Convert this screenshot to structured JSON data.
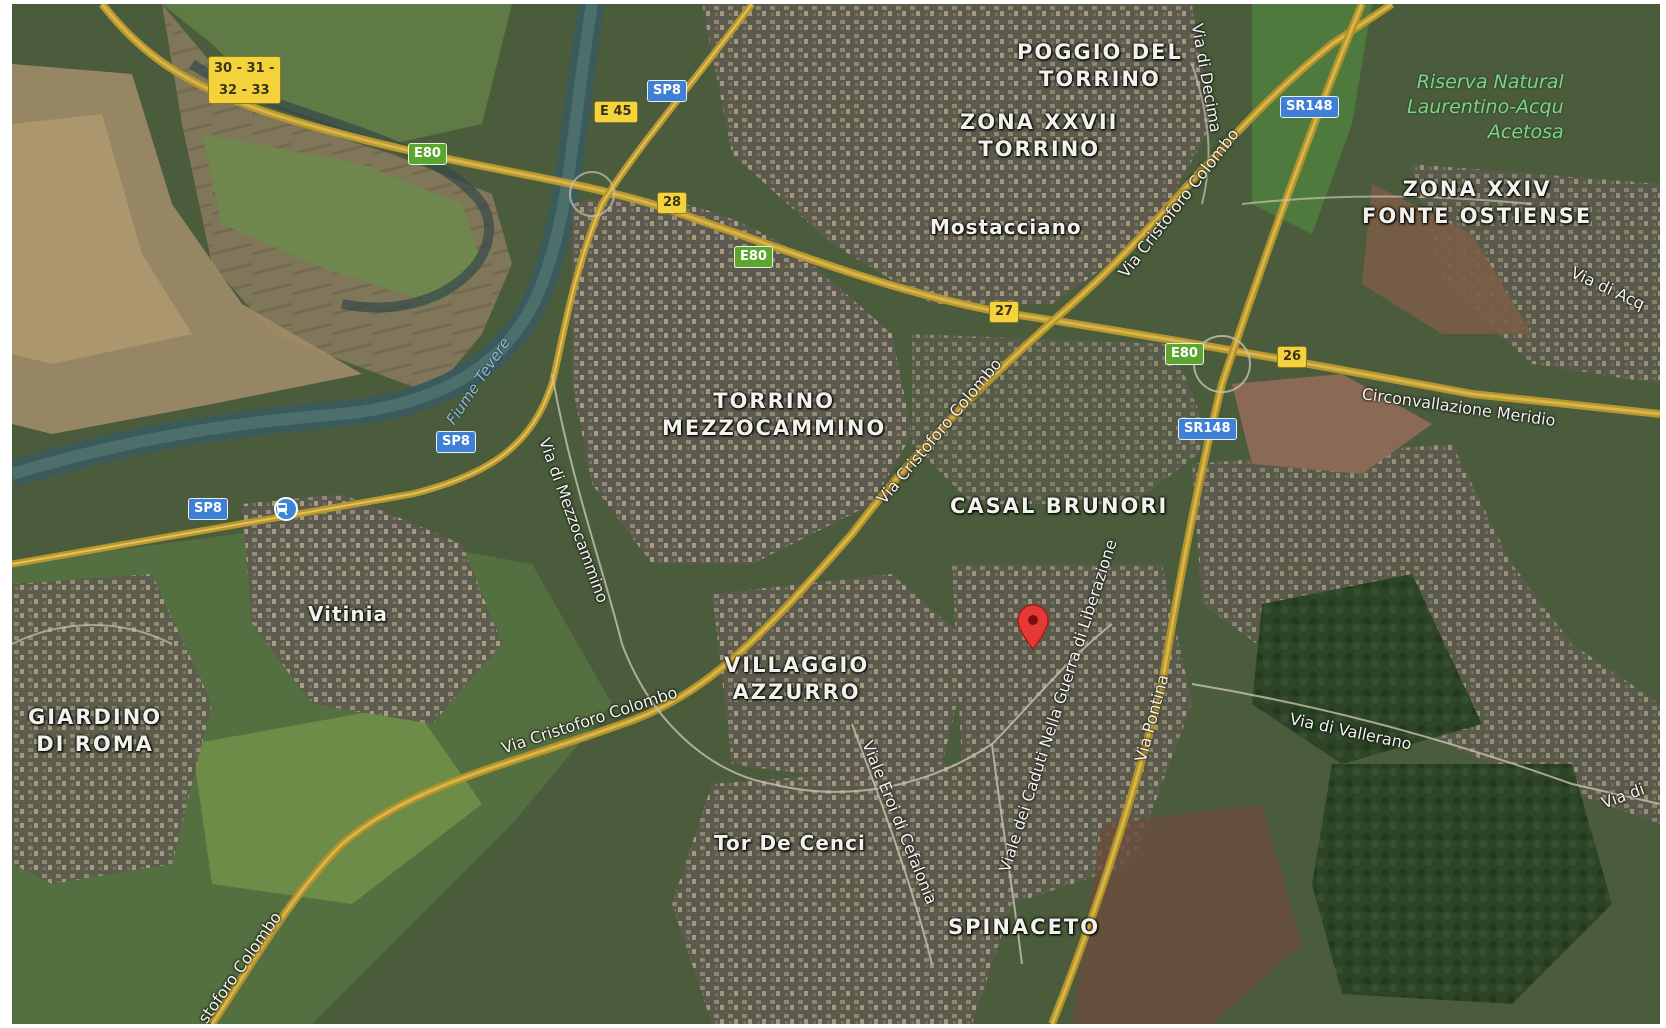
{
  "map": {
    "places": [
      {
        "id": "poggio-del-torrino",
        "text": "POGGIO DEL\nTORRINO"
      },
      {
        "id": "zona-xxvii-torrino",
        "text": "ZONA XXVII\nTORRINO"
      },
      {
        "id": "mostacciano",
        "text": "Mostacciano"
      },
      {
        "id": "zona-xxiv-fonte-ostiense",
        "text": "ZONA XXIV\nFONTE OSTIENSE"
      },
      {
        "id": "torrino-mezzocammino",
        "text": "TORRINO\nMEZZOCAMMINO"
      },
      {
        "id": "casal-brunori",
        "text": "CASAL BRUNORI"
      },
      {
        "id": "vitinia",
        "text": "Vitinia"
      },
      {
        "id": "villaggio-azzurro",
        "text": "VILLAGGIO\nAZZURRO"
      },
      {
        "id": "giardino-di-roma",
        "text": "GIARDINO\nDI ROMA"
      },
      {
        "id": "tor-de-cenci",
        "text": "Tor De Cenci"
      },
      {
        "id": "spinaceto",
        "text": "SPINACETO"
      }
    ],
    "reserve": {
      "text": "Riserva Natural\nLaurentino-Acqu\nAcetosa"
    },
    "river": {
      "text": "Fiume Tevere"
    },
    "streets": [
      {
        "id": "via-di-decima",
        "text": "Via di Decima"
      },
      {
        "id": "via-cristoforo-colombo-ne",
        "text": "Via Cristoforo Colombo"
      },
      {
        "id": "via-cristoforo-colombo-mid",
        "text": "Via Cristoforo Colombo"
      },
      {
        "id": "via-cristoforo-colombo-sw",
        "text": "Via Cristoforo Colombo"
      },
      {
        "id": "via-cristoforo-colombo-corner",
        "text": "stoforo Colombo"
      },
      {
        "id": "via-di-acq",
        "text": "Via di Acq"
      },
      {
        "id": "circonvallazione-meridionale",
        "text": "Circonvallazione Meridio"
      },
      {
        "id": "via-di-mezzocammino",
        "text": "Via di Mezzocammino"
      },
      {
        "id": "viale-caduti-guerra-liberazione",
        "text": "Viale dei Caduti Nella Guerra di Liberazione"
      },
      {
        "id": "via-pontina",
        "text": "Via Pontina"
      },
      {
        "id": "via-di-vallerano",
        "text": "Via di Vallerano"
      },
      {
        "id": "viale-eroi-di-cefalonia",
        "text": "Viale Eroi di Cefalonia"
      },
      {
        "id": "via-di-right",
        "text": "Via di"
      }
    ],
    "shields": [
      {
        "id": "exit-30-33",
        "text": "30 - 31 -\n32 - 33"
      },
      {
        "id": "sp8-top",
        "text": "SP8"
      },
      {
        "id": "e45",
        "text": "E 45"
      },
      {
        "id": "e80-1",
        "text": "E80"
      },
      {
        "id": "exit-28",
        "text": "28"
      },
      {
        "id": "e80-2",
        "text": "E80"
      },
      {
        "id": "exit-27",
        "text": "27"
      },
      {
        "id": "e80-3",
        "text": "E80"
      },
      {
        "id": "exit-26",
        "text": "26"
      },
      {
        "id": "sr148-top",
        "text": "SR148"
      },
      {
        "id": "sr148-mid",
        "text": "SR148"
      },
      {
        "id": "sp8-mid",
        "text": "SP8"
      },
      {
        "id": "sp8-low",
        "text": "SP8"
      }
    ],
    "pin": {
      "icon": "map-pin-icon",
      "color": "#e53935"
    },
    "transit": {
      "icon": "train-station-icon",
      "color": "#3b86d9"
    }
  }
}
